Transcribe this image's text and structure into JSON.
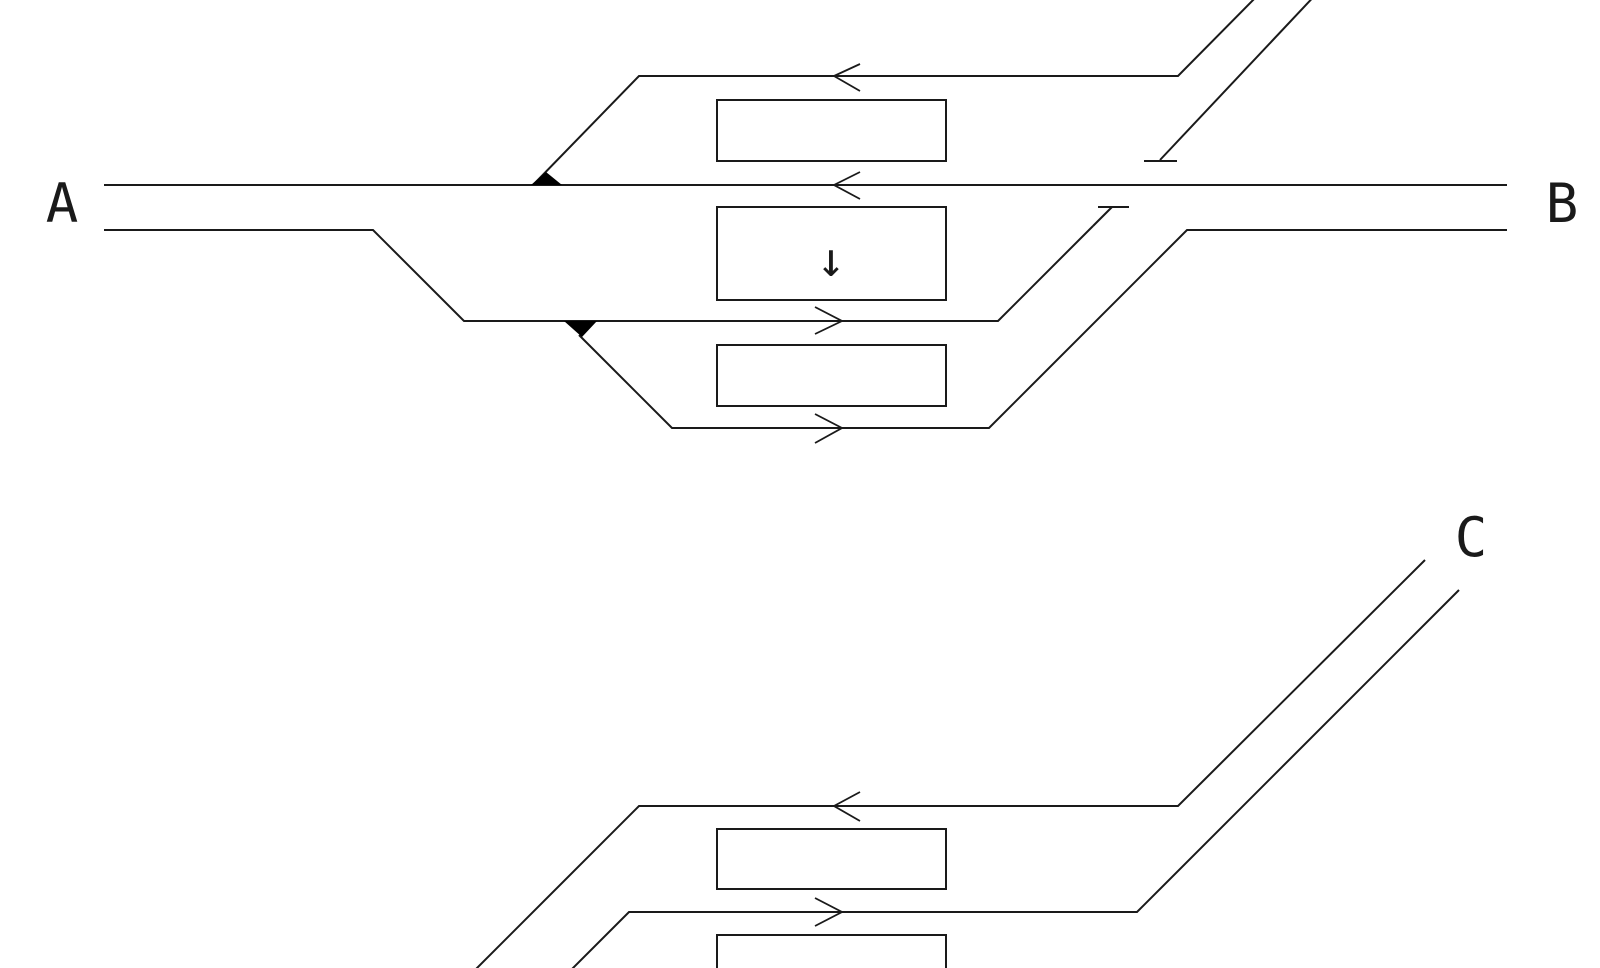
{
  "diagram": {
    "labels": {
      "a": "A",
      "b": "B",
      "c": "C"
    },
    "platforms": {
      "upper_middle_arrow": "↓",
      "lower_middle_arrow": "↑"
    },
    "colors": {
      "line": "#1a1a1a",
      "background": "#ffffff",
      "switch_marker": "#000000"
    }
  }
}
